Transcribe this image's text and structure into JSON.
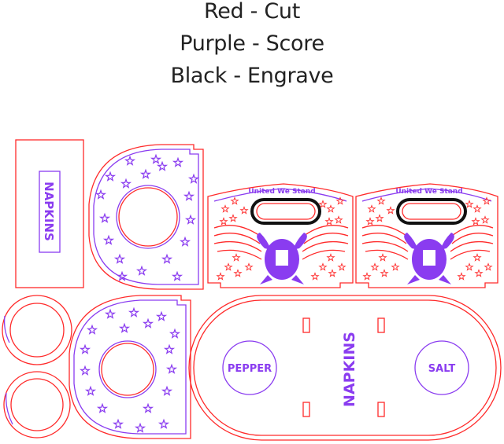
{
  "legend": {
    "line1": "Red - Cut",
    "line2": "Purple - Score",
    "line3": "Black - Engrave"
  },
  "labels": {
    "napkins_small": "NAPKINS",
    "napkins_large": "NAPKINS",
    "pepper": "PEPPER",
    "salt": "SALT",
    "panel_banner_left": "United We Stand",
    "panel_banner_right": "United We Stand"
  },
  "colors": {
    "cut": "#ff2a2a",
    "score": "#8a3cf0",
    "engrave": "#111111"
  }
}
